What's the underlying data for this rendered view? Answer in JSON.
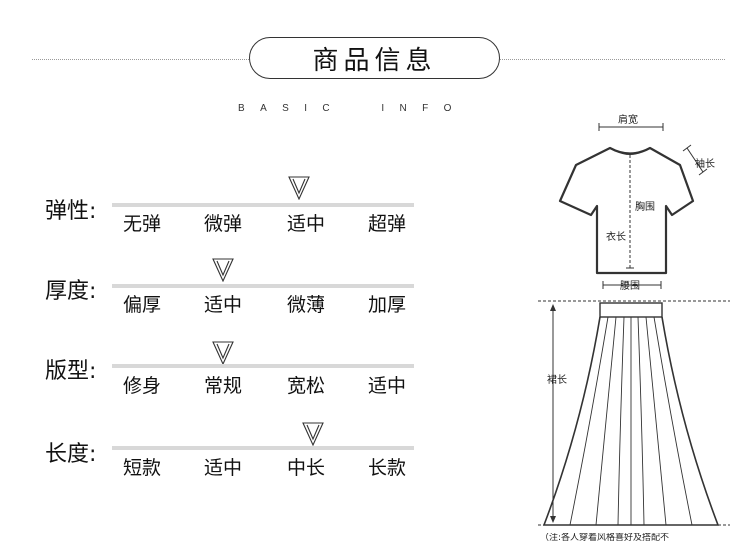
{
  "header": {
    "title": "商品信息",
    "subtitle": "BASIC  INFO"
  },
  "attributes": [
    {
      "label": "弹性:",
      "options": [
        "无弹",
        "微弹",
        "适中",
        "超弹"
      ],
      "selected_index": 2
    },
    {
      "label": "厚度:",
      "options": [
        "偏厚",
        "适中",
        "微薄",
        "加厚"
      ],
      "selected_index": 1
    },
    {
      "label": "版型:",
      "options": [
        "修身",
        "常规",
        "宽松",
        "适中"
      ],
      "selected_index": 1
    },
    {
      "label": "长度:",
      "options": [
        "短款",
        "适中",
        "中长",
        "长款"
      ],
      "selected_index": 2
    }
  ],
  "figure": {
    "shoulder": "肩宽",
    "sleeve": "袖长",
    "chest": "胸围",
    "length": "衣长",
    "waist": "腰围",
    "skirt_length": "裙长"
  },
  "note": "（注:各人穿着风格喜好及搭配不",
  "colors": {
    "bar": "#d8d8d8",
    "text": "#111111",
    "line": "#333333"
  }
}
